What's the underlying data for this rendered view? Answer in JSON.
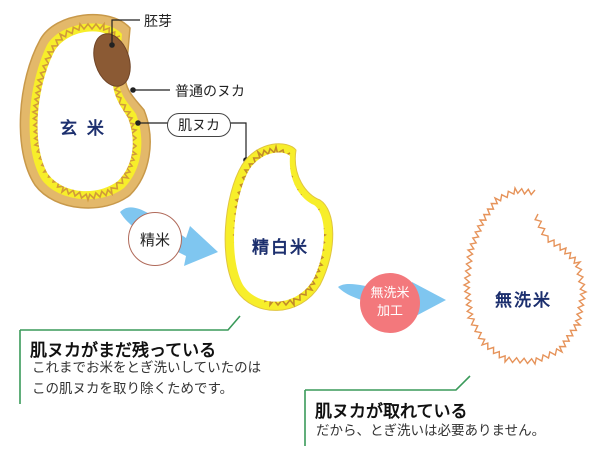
{
  "labels": {
    "germ": "胚芽",
    "ordinary_bran": "普通のヌカ",
    "skin_bran": "肌ヌカ"
  },
  "grains": {
    "brown_rice": "玄 米",
    "white_rice": "精白米",
    "wash_free_rice": "無洗米"
  },
  "processes": {
    "polishing": "精米",
    "wash_free_line1": "無洗米",
    "wash_free_line2": "加工"
  },
  "notes": {
    "white_rice": {
      "title": "肌ヌカがまだ残っている",
      "line1": "これまでお米をとぎ洗いしていたのは",
      "line2": "この肌ヌカを取り除くためです。"
    },
    "wash_free": {
      "title": "肌ヌカが取れている",
      "line1": "だから、とぎ洗いは必要ありません。"
    }
  },
  "colors": {
    "bran_outer": "#e3b86a",
    "skin_bran": "#f7ee2a",
    "germ": "#8b5a34",
    "arrow": "#7fc6f0",
    "wash_free_circle": "#f3787c",
    "wash_free_outline": "#e6935a",
    "note_bracket": "#3a9a5a",
    "label_text": "#1c2f6e"
  }
}
